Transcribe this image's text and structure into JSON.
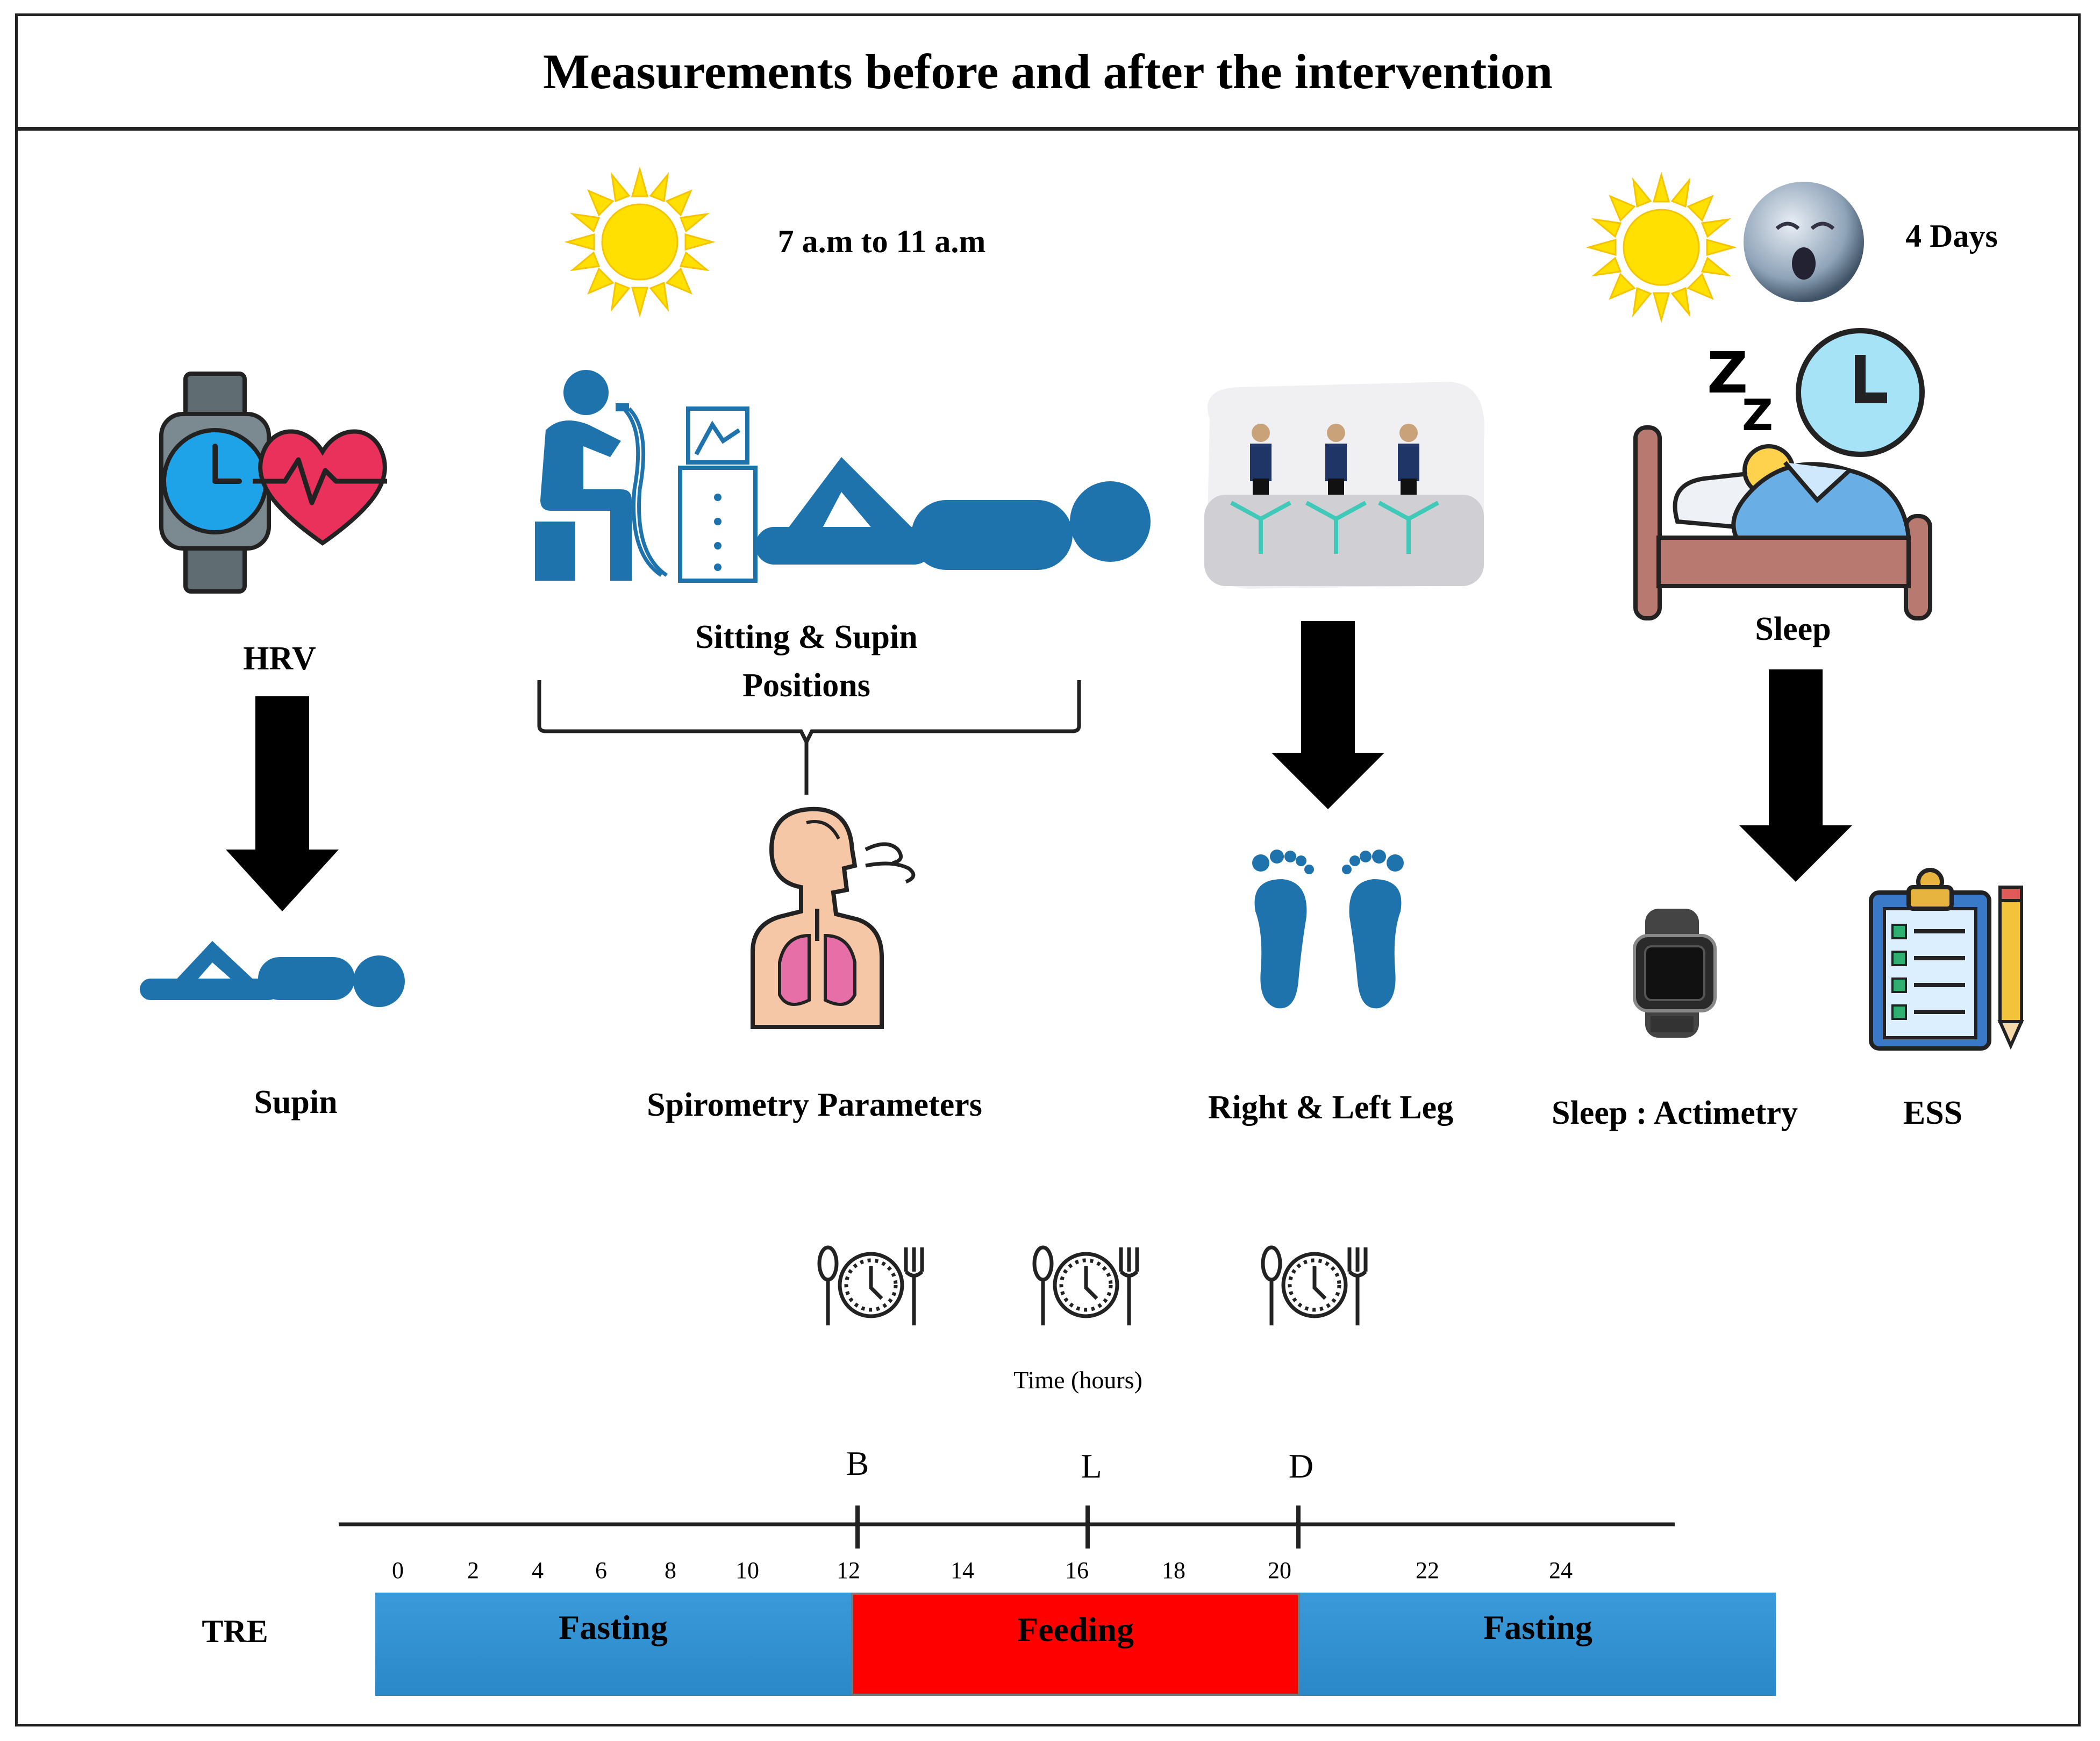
{
  "title": "Measurements before and after the intervention",
  "time_window": "7 a.m to 11 a.m",
  "days": "4 Days",
  "hrv": {
    "label": "HRV",
    "result_label": "Supin"
  },
  "spirometry": {
    "label_line1": "Sitting & Supin",
    "label_line2": "Positions",
    "result_label": "Spirometry Parameters"
  },
  "legs": {
    "result_label": "Right & Left Leg"
  },
  "sleep": {
    "label": "Sleep",
    "actimetry_label": "Sleep : Actimetry",
    "ess_label": "ESS"
  },
  "timeline": {
    "axis_label": "Time (hours)",
    "meals": [
      "B",
      "L",
      "D"
    ],
    "ticks": [
      "0",
      "2",
      "4",
      "6",
      "8",
      "10",
      "12",
      "14",
      "16",
      "18",
      "20",
      "22",
      "24"
    ],
    "row_label": "TRE",
    "segments": [
      {
        "label": "Fasting",
        "color": "#2f8fd0"
      },
      {
        "label": "Feeding",
        "color": "#ff0000"
      },
      {
        "label": "Fasting",
        "color": "#2f8fd0"
      }
    ]
  },
  "colors": {
    "figure_blue": "#1f73ad",
    "sun_yellow": "#ffe000",
    "arrow": "#000000"
  },
  "icons": [
    "sun-icon",
    "moon-icon",
    "smartwatch-heart-icon",
    "spirometry-person-icon",
    "lying-person-icon",
    "leg-test-icon",
    "sleeping-bed-icon",
    "lungs-icon",
    "feet-icon",
    "actimetry-watch-icon",
    "clipboard-icon",
    "meal-clock-icon"
  ]
}
